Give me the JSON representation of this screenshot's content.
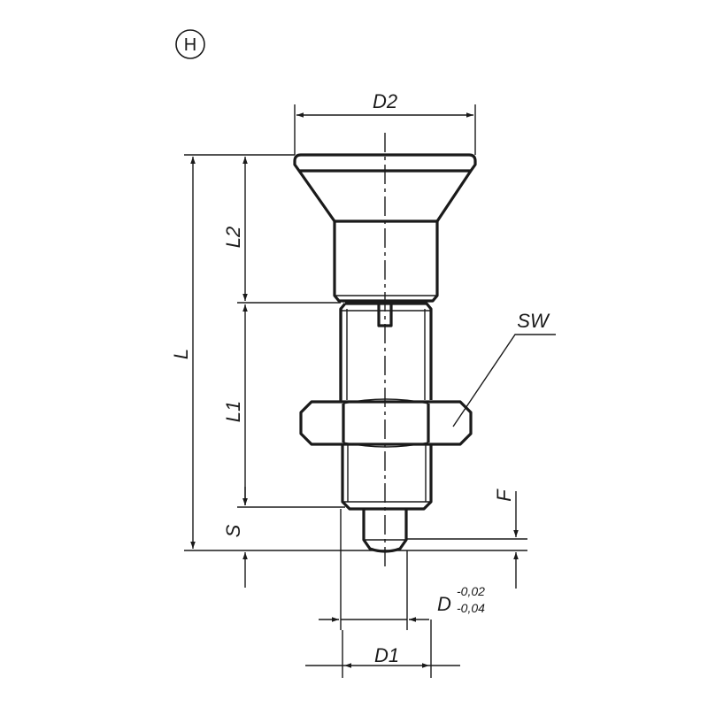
{
  "variant_symbol": "H",
  "dimensions": {
    "D2": "D2",
    "L": "L",
    "L1": "L1",
    "L2": "L2",
    "S": "S",
    "SW": "SW",
    "F": "F",
    "D": "D",
    "D_tol_upper": "-0,02",
    "D_tol_lower": "-0,04",
    "D1": "D1"
  },
  "colors": {
    "line": "#1a1a1a",
    "background": "#ffffff"
  }
}
